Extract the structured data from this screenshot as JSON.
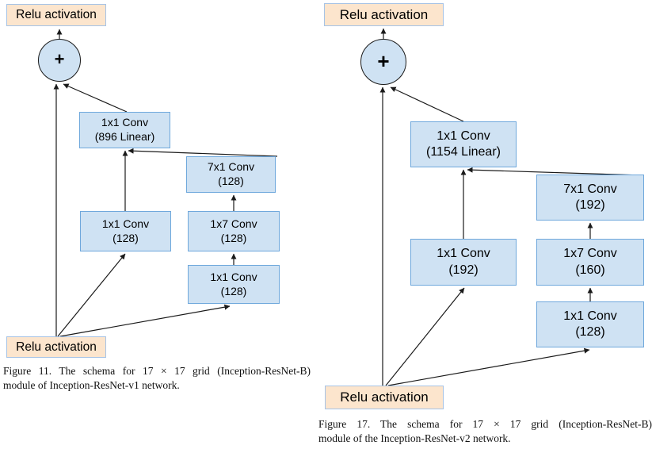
{
  "colors": {
    "conv_fill": "#cfe2f3",
    "conv_border": "#6fa8dc",
    "relu_fill": "#fce5cd",
    "relu_border": "#a6c3e6",
    "arrow": "#1a1a1a"
  },
  "figures": {
    "left": {
      "relu_top": "Relu activation",
      "sum_symbol": "+",
      "nodes": {
        "linear": {
          "line1": "1x1 Conv",
          "line2": "(896 Linear)"
        },
        "b7x1": {
          "line1": "7x1 Conv",
          "line2": "(128)"
        },
        "a1x1": {
          "line1": "1x1 Conv",
          "line2": "(128)"
        },
        "b1x7": {
          "line1": "1x7 Conv",
          "line2": "(128)"
        },
        "b1x1": {
          "line1": "1x1 Conv",
          "line2": "(128)"
        }
      },
      "relu_bottom": "Relu activation",
      "caption_line1": "Figure 11. The schema for 17 × 17 grid (Inception-ResNet-B)",
      "caption_line2": "module of Inception-ResNet-v1 network."
    },
    "right": {
      "relu_top": "Relu activation",
      "sum_symbol": "+",
      "nodes": {
        "linear": {
          "line1": "1x1 Conv",
          "line2": "(1154 Linear)"
        },
        "b7x1": {
          "line1": "7x1 Conv",
          "line2": "(192)"
        },
        "a1x1": {
          "line1": "1x1 Conv",
          "line2": "(192)"
        },
        "b1x7": {
          "line1": "1x7 Conv",
          "line2": "(160)"
        },
        "b1x1": {
          "line1": "1x1 Conv",
          "line2": "(128)"
        }
      },
      "relu_bottom": "Relu activation",
      "caption_line1": "Figure 17. The schema for 17 × 17 grid (Inception-ResNet-B)",
      "caption_line2": "module of the Inception-ResNet-v2 network."
    }
  }
}
